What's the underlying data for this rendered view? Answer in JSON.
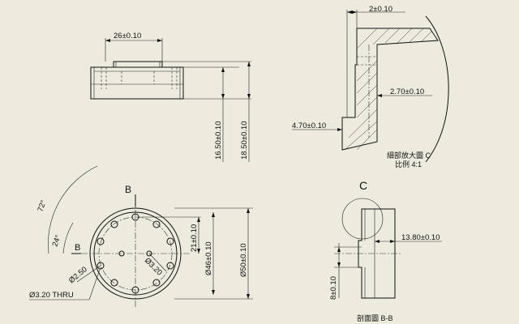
{
  "drawing": {
    "front_view": {
      "dim_top_width": "26±0.10",
      "dim_height_inner": "16.50±0.10",
      "dim_height_outer": "18.50±0.10"
    },
    "detail_view": {
      "dim_top": "2±0.10",
      "dim_step": "2.70±0.10",
      "dim_lower": "4.70±0.10",
      "title": "細部放大圖 C",
      "scale": "比例 4:1"
    },
    "plan_view": {
      "section_marker_top": "B",
      "section_marker_left": "B",
      "angle_72": "72°",
      "angle_24": "24°",
      "dim_hole_small": "Ø2.50",
      "dim_hole_pcd": "Ø3.20",
      "dim_thru": "Ø3.20 THRU",
      "dim_radius": "21±0.10",
      "dim_diameter_inner": "Ø46±0.10",
      "dim_diameter_outer": "Ø50±0.10"
    },
    "section_view": {
      "detail_marker": "C",
      "dim_width": "13.80±0.10",
      "dim_height": "8±0.10",
      "title": "剖面圖 B-B"
    }
  }
}
